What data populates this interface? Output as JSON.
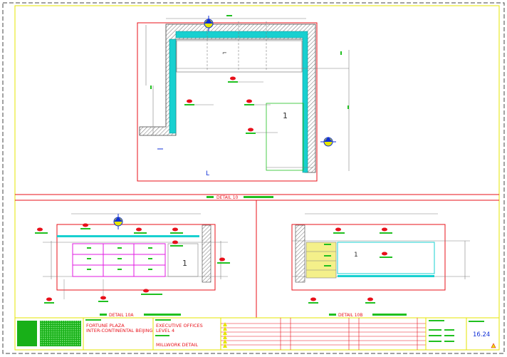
{
  "sheet": {
    "bg": "#ffffff",
    "colors": {
      "border_dash": "#444444",
      "frame_yellow": "#e6e600",
      "red": "#e8101a",
      "cyan": "#18d0d0",
      "green": "#20c020",
      "magenta": "#e018e0",
      "blue": "#1030d8",
      "gray": "#808080"
    }
  },
  "details": {
    "plan_label": "DETAIL 10",
    "elev_a_label": "DETAIL 10A",
    "elev_b_label": "DETAIL 10B",
    "elev_b_number": "1",
    "plan_number": "1"
  },
  "title_block": {
    "project_line1": "FORTUNE PLAZA",
    "project_line2": "INTER-CONTINENTAL BEIJING",
    "drawing_line1": "EXECUTIVE OFFICES",
    "drawing_line2": "LEVEL 4",
    "drawing_title": "MILLWORK DETAIL",
    "sheet_number": "16.24"
  }
}
